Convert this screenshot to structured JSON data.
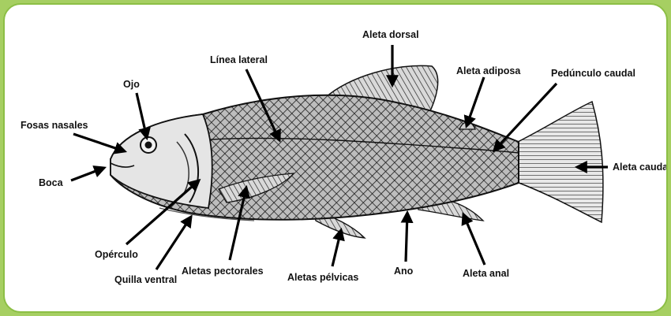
{
  "colors": {
    "background": "#a6cf62",
    "frame_border": "#8cbf45",
    "panel": "#ffffff",
    "ink": "#111111",
    "fish_fill": "#9a9a9a"
  },
  "labels": {
    "aleta_dorsal": "Aleta dorsal",
    "linea_lateral": "Línea lateral",
    "aleta_adiposa": "Aleta adiposa",
    "pedunculo_caudal": "Pedúnculo caudal",
    "ojo": "Ojo",
    "fosas_nasales": "Fosas nasales",
    "aleta_caudal": "Aleta cauda",
    "boca": "Boca",
    "operculo": "Opérculo",
    "quilla_ventral": "Quilla ventral",
    "aletas_pectorales": "Aletas pectorales",
    "aletas_pelvicas": "Aletas pélvicas",
    "ano": "Ano",
    "aleta_anal": "Aleta anal"
  }
}
